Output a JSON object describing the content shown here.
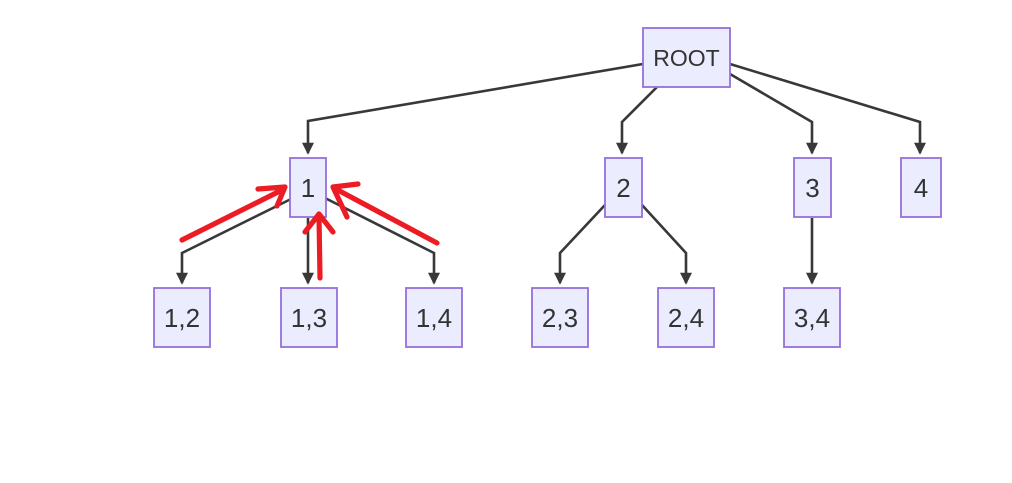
{
  "diagram": {
    "type": "tree",
    "background": "#ffffff",
    "nodes": [
      {
        "id": "ROOT",
        "label": "ROOT"
      },
      {
        "id": "1",
        "label": "1"
      },
      {
        "id": "2",
        "label": "2"
      },
      {
        "id": "3",
        "label": "3"
      },
      {
        "id": "4",
        "label": "4"
      },
      {
        "id": "1,2",
        "label": "1,2"
      },
      {
        "id": "1,3",
        "label": "1,3"
      },
      {
        "id": "1,4",
        "label": "1,4"
      },
      {
        "id": "2,3",
        "label": "2,3"
      },
      {
        "id": "2,4",
        "label": "2,4"
      },
      {
        "id": "3,4",
        "label": "3,4"
      }
    ],
    "edges": [
      {
        "from": "ROOT",
        "to": "1"
      },
      {
        "from": "ROOT",
        "to": "2"
      },
      {
        "from": "ROOT",
        "to": "3"
      },
      {
        "from": "ROOT",
        "to": "4"
      },
      {
        "from": "1",
        "to": "1,2"
      },
      {
        "from": "1",
        "to": "1,3"
      },
      {
        "from": "1",
        "to": "1,4"
      },
      {
        "from": "2",
        "to": "2,3"
      },
      {
        "from": "2",
        "to": "2,4"
      },
      {
        "from": "3",
        "to": "3,4"
      }
    ],
    "annotations": {
      "description": "three hand-drawn red arrows pointing up from the children 1,2 / 1,3 / 1,4 toward node 1",
      "red_arrows": [
        {
          "from": "1,2",
          "to": "1",
          "direction": "up-right"
        },
        {
          "from": "1,3",
          "to": "1",
          "direction": "up"
        },
        {
          "from": "1,4",
          "to": "1",
          "direction": "up-left"
        }
      ]
    },
    "colors": {
      "node_fill": "#ececff",
      "node_border": "#9370db",
      "edge": "#383838",
      "text": "#333333",
      "annotation_red": "#ed1c24"
    }
  }
}
